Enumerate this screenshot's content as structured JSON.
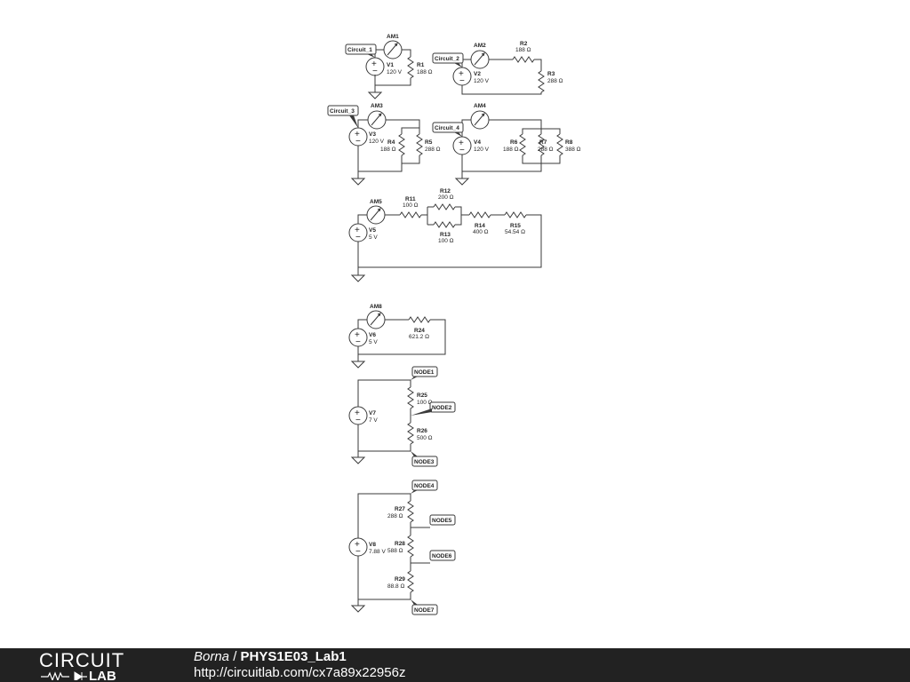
{
  "components": {
    "AM1": {
      "name": "AM1"
    },
    "AM2": {
      "name": "AM2"
    },
    "AM3": {
      "name": "AM3"
    },
    "AM4": {
      "name": "AM4"
    },
    "AM5": {
      "name": "AM5"
    },
    "AM8": {
      "name": "AM8"
    },
    "V1": {
      "name": "V1",
      "value": "120 V"
    },
    "V2": {
      "name": "V2",
      "value": "120 V"
    },
    "V3": {
      "name": "V3",
      "value": "120 V"
    },
    "V4": {
      "name": "V4",
      "value": "120 V"
    },
    "V5": {
      "name": "V5",
      "value": "5 V"
    },
    "V6": {
      "name": "V6",
      "value": "5 V"
    },
    "V7": {
      "name": "V7",
      "value": "7 V"
    },
    "V8": {
      "name": "V8",
      "value": "7.88 V"
    },
    "R1": {
      "name": "R1",
      "value": "188 Ω"
    },
    "R2": {
      "name": "R2",
      "value": "188 Ω"
    },
    "R3": {
      "name": "R3",
      "value": "288 Ω"
    },
    "R4": {
      "name": "R4",
      "value": "188 Ω"
    },
    "R5": {
      "name": "R5",
      "value": "288 Ω"
    },
    "R6": {
      "name": "R6",
      "value": "188 Ω"
    },
    "R7": {
      "name": "R7",
      "value": "288 Ω"
    },
    "R8": {
      "name": "R8",
      "value": "388 Ω"
    },
    "R11": {
      "name": "R11",
      "value": "100 Ω"
    },
    "R12": {
      "name": "R12",
      "value": "200 Ω"
    },
    "R13": {
      "name": "R13",
      "value": "100 Ω"
    },
    "R14": {
      "name": "R14",
      "value": "400 Ω"
    },
    "R15": {
      "name": "R15",
      "value": "54.54 Ω"
    },
    "R24": {
      "name": "R24",
      "value": "621.2 Ω"
    },
    "R25": {
      "name": "R25",
      "value": "100 Ω"
    },
    "R26": {
      "name": "R26",
      "value": "500 Ω"
    },
    "R27": {
      "name": "R27",
      "value": "288 Ω"
    },
    "R28": {
      "name": "R28",
      "value": "588 Ω"
    },
    "R29": {
      "name": "R29",
      "value": "88.8 Ω"
    }
  },
  "nets": {
    "circuit_1": "Circuit_1",
    "circuit_2": "Circuit_2",
    "circuit_3": "Circuit_3",
    "circuit_4": "Circuit_4",
    "node1": "NODE1",
    "node2": "NODE2",
    "node3": "NODE3",
    "node4": "NODE4",
    "node5": "NODE5",
    "node6": "NODE6",
    "node7": "NODE7"
  },
  "footer": {
    "logo_top": "CIRCUIT",
    "logo_bottom": "LAB",
    "author": "Borna",
    "separator": " / ",
    "project": "PHYS1E03_Lab1",
    "url": "http://circuitlab.com/cx7a89x22956z"
  },
  "colors": {
    "footer_bg": "#222222",
    "wire": "#3a3a3a",
    "text": "#222222"
  }
}
